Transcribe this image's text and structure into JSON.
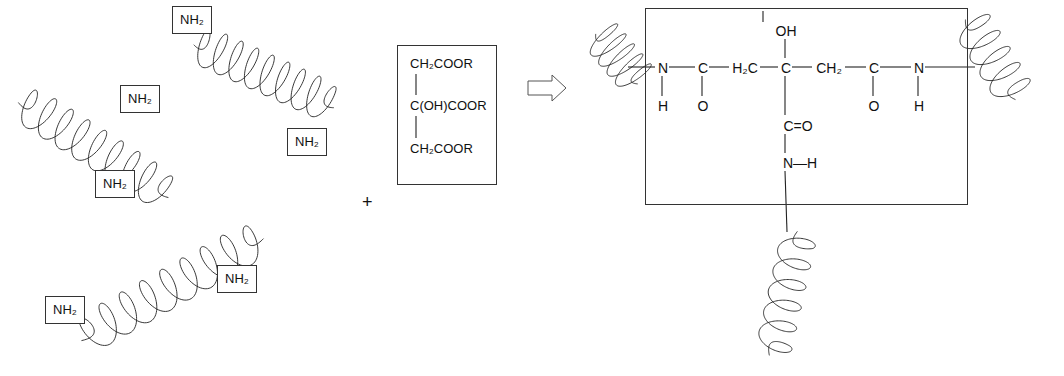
{
  "diagram": {
    "nodes": [
      {
        "text": [
          "NH₂"
        ]
      },
      {
        "text": [
          "NH₂"
        ]
      },
      {
        "text": [
          "NH₂"
        ]
      },
      {
        "text": [
          "NH₂"
        ]
      },
      {
        "text": [
          "NH₂"
        ]
      },
      {
        "text": [
          "NH₂"
        ]
      },
      {
        "text": [
          "CH₂COOR",
          "C(OH)COOR",
          "CH₂COOR"
        ]
      },
      {
        "text": [
          "OH",
          "N",
          "C",
          "H₂C",
          "C",
          "CH₂",
          "C",
          "N",
          "H",
          "O",
          "O",
          "H",
          "C=O",
          "N—H"
        ]
      }
    ],
    "labels": [
      "+"
    ]
  }
}
